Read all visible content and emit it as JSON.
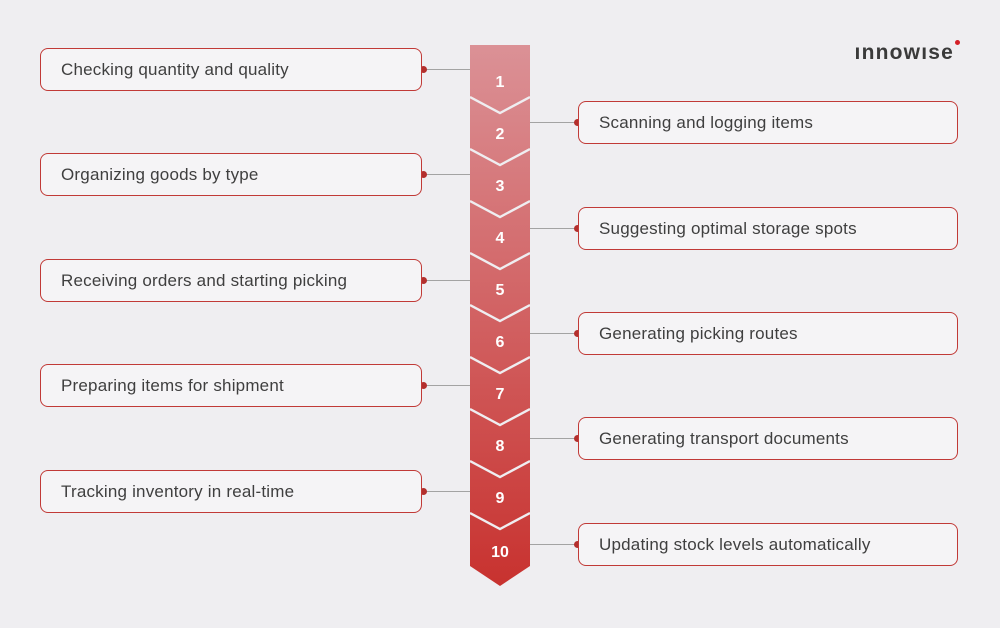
{
  "brand": {
    "wordmark": "ınnowıse"
  },
  "diagram": {
    "type": "process-flow",
    "steps": [
      {
        "number": "1",
        "label": "Checking quantity and quality",
        "side": "left"
      },
      {
        "number": "2",
        "label": "Scanning and logging items",
        "side": "right"
      },
      {
        "number": "3",
        "label": "Organizing goods by type",
        "side": "left"
      },
      {
        "number": "4",
        "label": "Suggesting optimal storage spots",
        "side": "right"
      },
      {
        "number": "5",
        "label": "Receiving orders and starting picking",
        "side": "left"
      },
      {
        "number": "6",
        "label": "Generating picking routes",
        "side": "right"
      },
      {
        "number": "7",
        "label": "Preparing items for shipment",
        "side": "left"
      },
      {
        "number": "8",
        "label": "Generating transport documents",
        "side": "right"
      },
      {
        "number": "9",
        "label": "Tracking inventory in real-time",
        "side": "left"
      },
      {
        "number": "10",
        "label": "Updating stock levels automatically",
        "side": "right"
      }
    ]
  },
  "colors": {
    "page_bg": "#efeef1",
    "box_bg": "#f5f4f6",
    "box_border": "#c13a37",
    "text": "#3f3f3f",
    "connector_line": "#a3a3a3",
    "connector_dot": "#b32f2d",
    "gradient_top": "#db9196",
    "gradient_bottom": "#c8322f",
    "chevron_number": "#ffffff",
    "logo_text": "#3a3a3a",
    "logo_dot": "#d42027"
  }
}
